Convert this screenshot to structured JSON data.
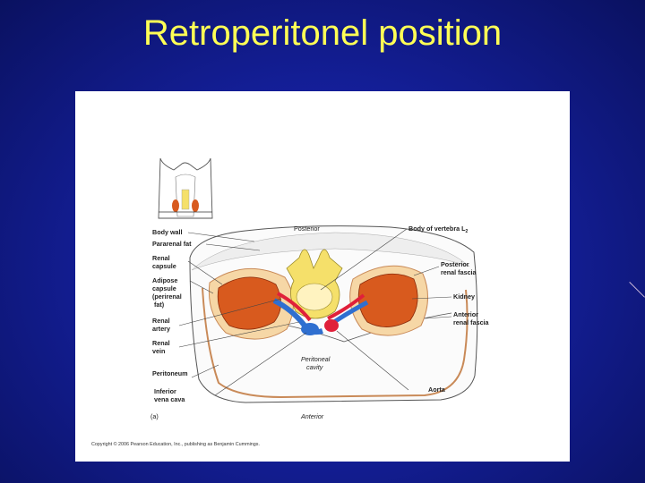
{
  "slide": {
    "title": "Retroperitonel position"
  },
  "diagram": {
    "part_label": "(a)",
    "orientation": {
      "top": "Posterior",
      "bottom": "Anterior"
    },
    "left_labels": {
      "body_wall": "Body wall",
      "pararenal_fat": "Pararenal fat",
      "renal_capsule_1": "Renal",
      "renal_capsule_2": "capsule",
      "adipose_1": "Adipose",
      "adipose_2": "capsule",
      "adipose_3": "(perirenal",
      "adipose_4": "fat)",
      "renal_artery_1": "Renal",
      "renal_artery_2": "artery",
      "renal_vein_1": "Renal",
      "renal_vein_2": "vein",
      "peritoneum": "Peritoneum",
      "ivc_1": "Inferior",
      "ivc_2": "vena cava"
    },
    "right_labels": {
      "vertebra": "Body of vertebra L",
      "vertebra_sub": "2",
      "posterior_fascia_1": "Posterior",
      "posterior_fascia_2": "renal fascia",
      "kidney": "Kidney",
      "anterior_fascia_1": "Anterior",
      "anterior_fascia_2": "renal fascia",
      "aorta": "Aorta"
    },
    "center_labels": {
      "cavity_1": "Peritoneal",
      "cavity_2": "cavity"
    },
    "copyright": "Copyright © 2006 Pearson Education, Inc., publishing as Benjamin Cummings.",
    "colors": {
      "kidney": "#d85a1e",
      "fat": "#f6d7a6",
      "vertebra": "#f5e06a",
      "artery": "#e0203a",
      "vein": "#2f6fd0",
      "peritoneum_line": "#c98a58"
    }
  }
}
